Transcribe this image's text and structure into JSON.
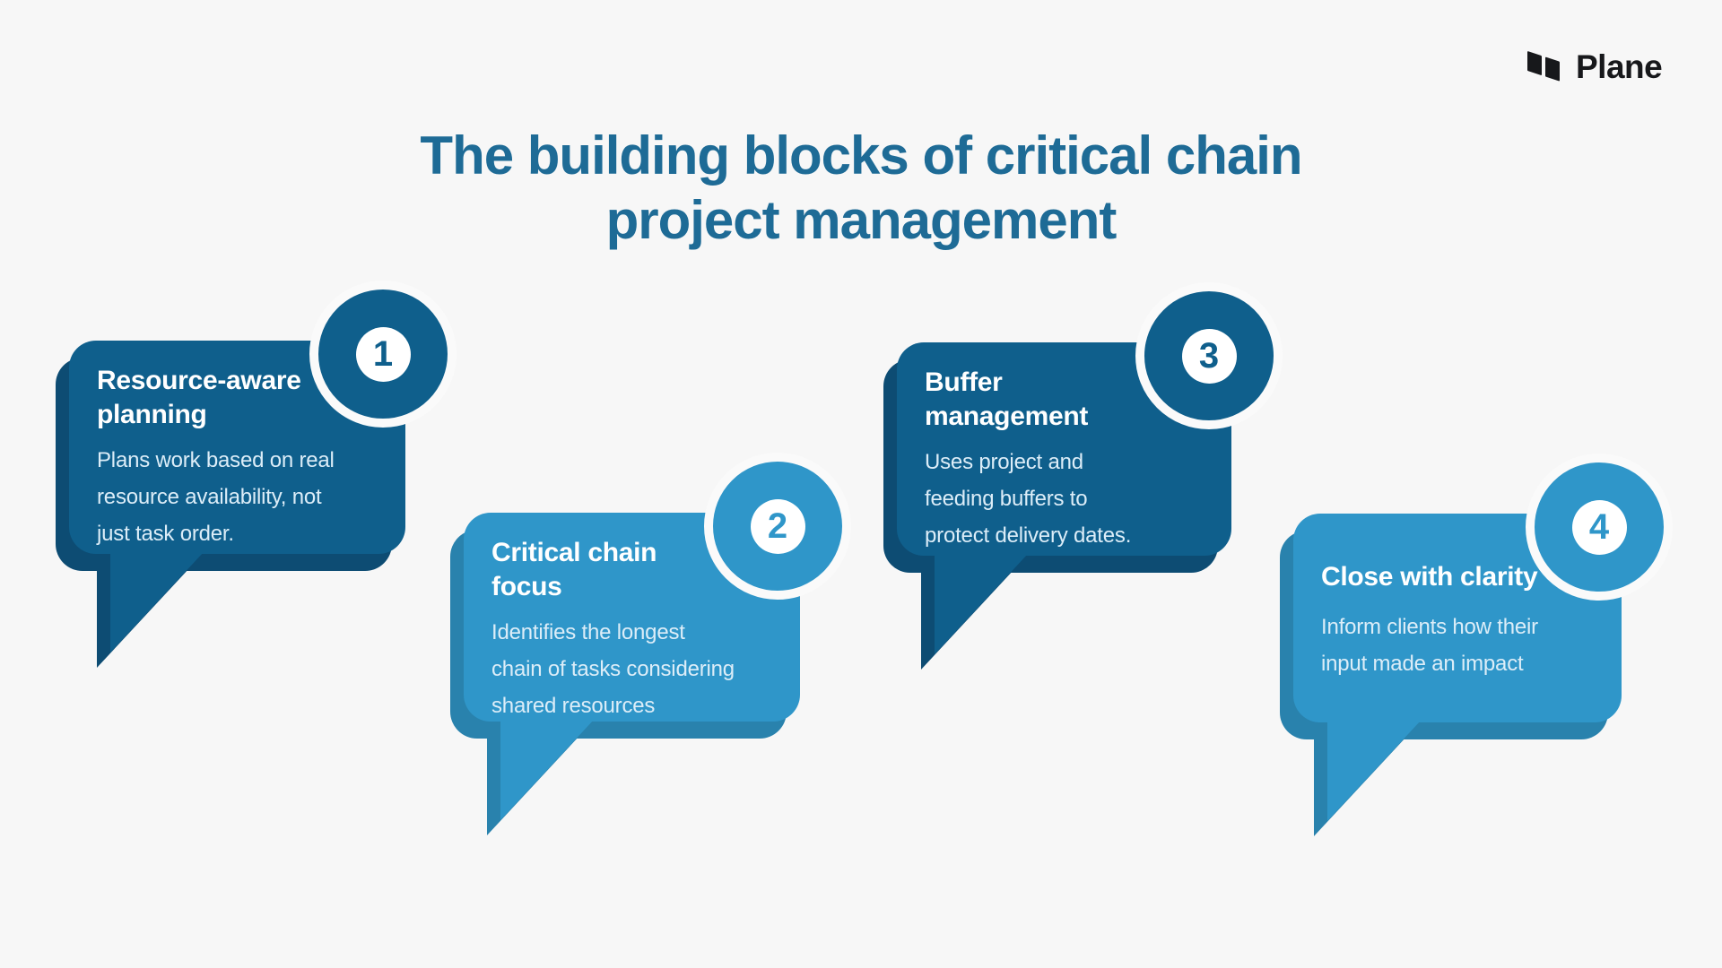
{
  "page": {
    "background": "#f7f7f7"
  },
  "logo": {
    "brand": "Plane",
    "icon": "plane-logo-icon",
    "color": "#17181b"
  },
  "title": {
    "line1": "The building blocks of critical chain",
    "line2": "project management"
  },
  "cards": [
    {
      "number": "1",
      "title": "Resource-aware\nplanning",
      "body": "Plans work based on real\nresource availability, not\njust task order.",
      "theme": "dark"
    },
    {
      "number": "2",
      "title": "Critical chain\nfocus",
      "body": "Identifies the longest\nchain of tasks considering\nshared resources",
      "theme": "light"
    },
    {
      "number": "3",
      "title": "Buffer\nmanagement",
      "body": "Uses project and\nfeeding buffers to\nprotect delivery dates.",
      "theme": "dark"
    },
    {
      "number": "4",
      "title": "Close with clarity",
      "body": "Inform clients how their\ninput made an impact",
      "theme": "light"
    }
  ],
  "colors": {
    "page_bg": "#f7f7f7",
    "title_text": "#1e6b96",
    "dark_card": "#0f5f8c",
    "dark_card_shadow": "#0d4c73",
    "light_card": "#2f96c9",
    "light_card_shadow": "#2982ad",
    "badge_ring": "#fafafa",
    "card_title_text": "#ffffff",
    "card_body_text": "#dcedf8"
  }
}
